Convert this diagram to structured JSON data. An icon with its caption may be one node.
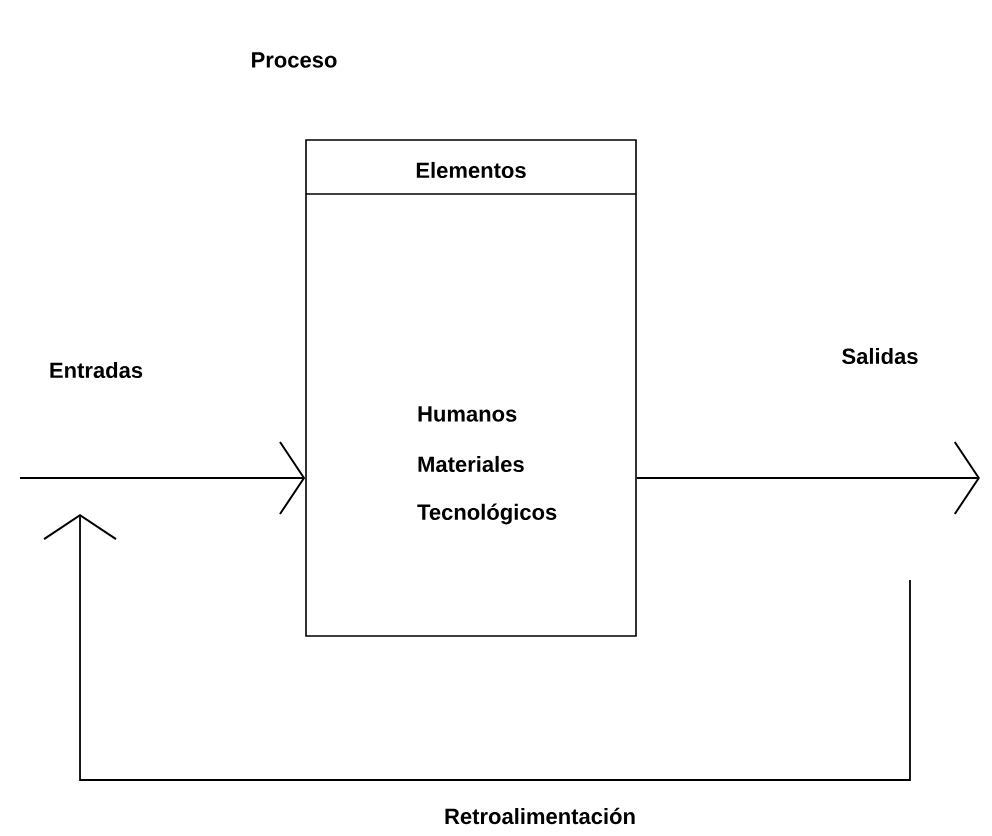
{
  "diagram": {
    "title": "Proceso",
    "nodes": [
      {
        "text": [
          "Elementos",
          "Humanos",
          "Materiales",
          "Tecnológicos"
        ]
      },
      {
        "text": [
          "Entradas"
        ]
      },
      {
        "text": [
          "Salidas"
        ]
      }
    ],
    "edges": [
      {
        "from": 1,
        "to": 0,
        "arrow": "to"
      },
      {
        "from": 0,
        "to": 2,
        "arrow": "to"
      },
      {
        "from": null,
        "to": 1,
        "arrow": "to",
        "label": "Retroalimentación"
      }
    ]
  }
}
